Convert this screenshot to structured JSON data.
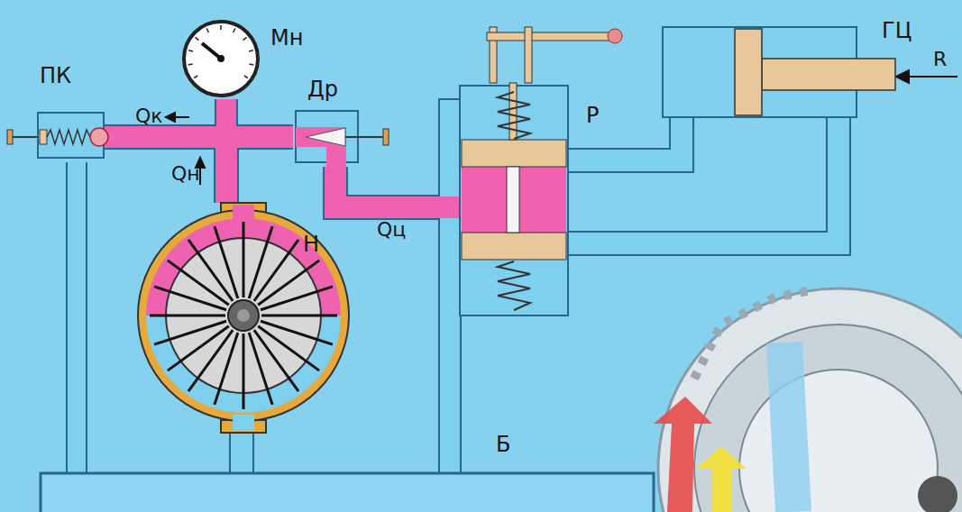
{
  "diagram": {
    "nodes": [
      {
        "text": [
          "ПК"
        ]
      },
      {
        "text": [
          "Мн"
        ]
      },
      {
        "text": [
          "Др"
        ]
      },
      {
        "text": [
          "Н"
        ]
      },
      {
        "text": [
          "Р"
        ]
      },
      {
        "text": [
          "ГЦ"
        ]
      },
      {
        "text": [
          "Б"
        ]
      }
    ],
    "edges": [
      {
        "from": 0,
        "to": 6,
        "arrow": "none"
      },
      {
        "from": 3,
        "to": 6,
        "arrow": "none"
      },
      {
        "from": 4,
        "to": 6,
        "arrow": "none"
      },
      {
        "from": 4,
        "to": 5,
        "arrow": "none"
      },
      {
        "from": 4,
        "to": 5,
        "arrow": "none"
      },
      {
        "from": 3,
        "to": 1,
        "arrow": "none"
      },
      {
        "from": 3,
        "to": 0,
        "arrow": "none"
      },
      {
        "from": 3,
        "to": 2,
        "arrow": "none"
      },
      {
        "from": 2,
        "to": 4,
        "arrow": "none"
      }
    ],
    "labels": [
      "Qк",
      "Qн",
      "Qц",
      "R"
    ]
  }
}
